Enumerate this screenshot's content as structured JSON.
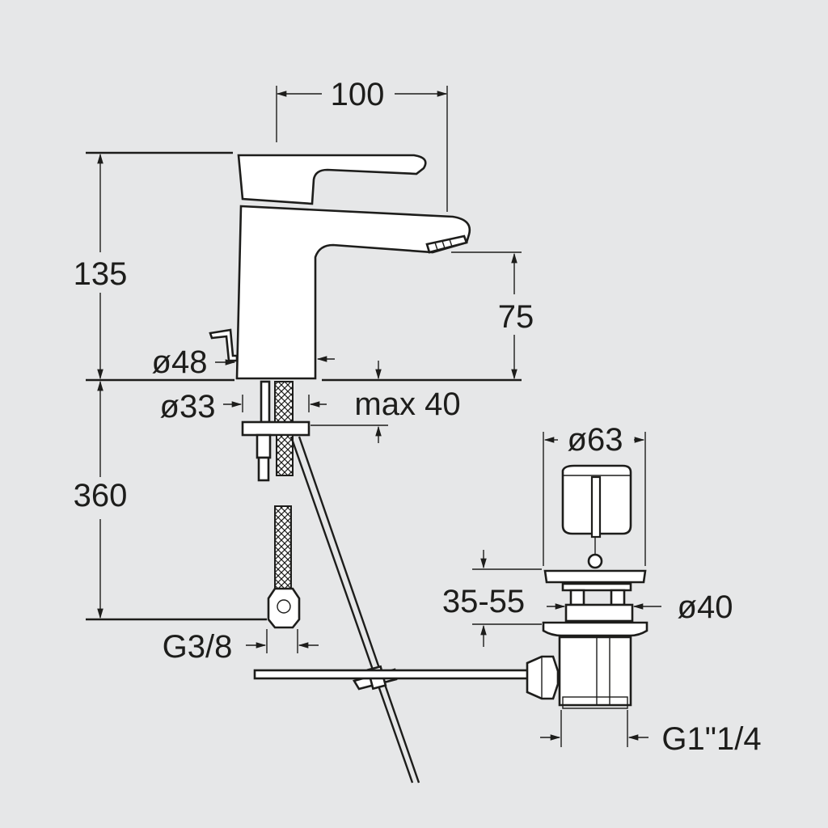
{
  "colors": {
    "background": "#e6e7e8",
    "line": "#1d1d1b",
    "part_fill": "#ffffff"
  },
  "dimensions": {
    "width_top": "100",
    "height_total": "135",
    "spout_height": "75",
    "base_diameter": "ø48",
    "shank_diameter": "ø33",
    "max_thickness": "max 40",
    "hose_length": "360",
    "hose_thread": "G3/8",
    "drain_head_diameter": "ø63",
    "drain_range": "35-55",
    "drain_diameter": "ø40",
    "drain_thread": "G1\"1/4"
  }
}
